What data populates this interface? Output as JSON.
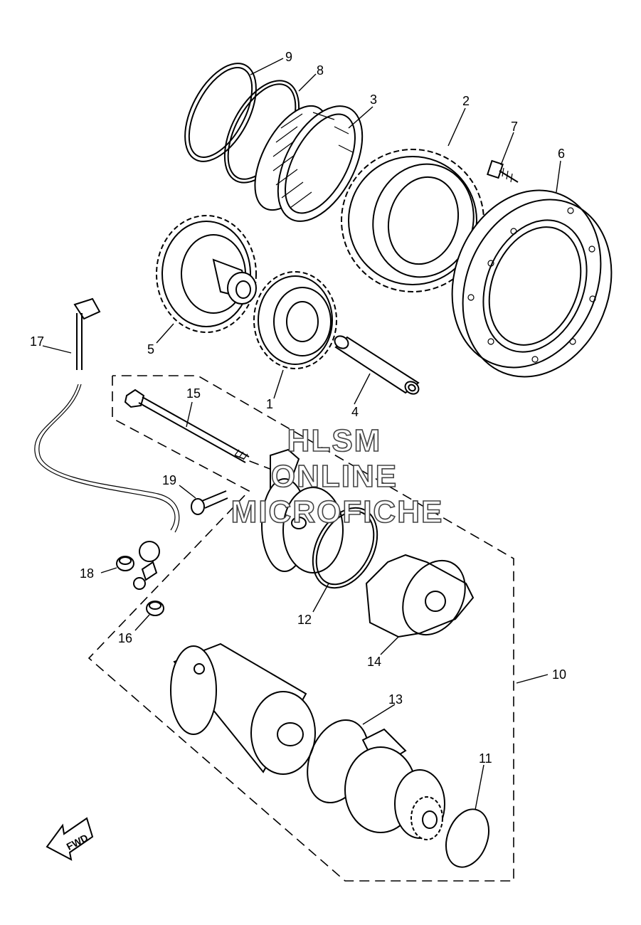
{
  "watermark": {
    "line1": "HLSM",
    "line2": "ONLINE",
    "line3": "MICROFICHE"
  },
  "direction_arrow": {
    "label": "FWD"
  },
  "callouts": {
    "c1": "1",
    "c2": "2",
    "c3": "3",
    "c4": "4",
    "c5": "5",
    "c6": "6",
    "c7": "7",
    "c8": "8",
    "c9": "9",
    "c10": "10",
    "c11": "11",
    "c12": "12",
    "c13": "13",
    "c14": "14",
    "c15": "15",
    "c16": "16",
    "c17": "17",
    "c18": "18",
    "c19": "19"
  }
}
